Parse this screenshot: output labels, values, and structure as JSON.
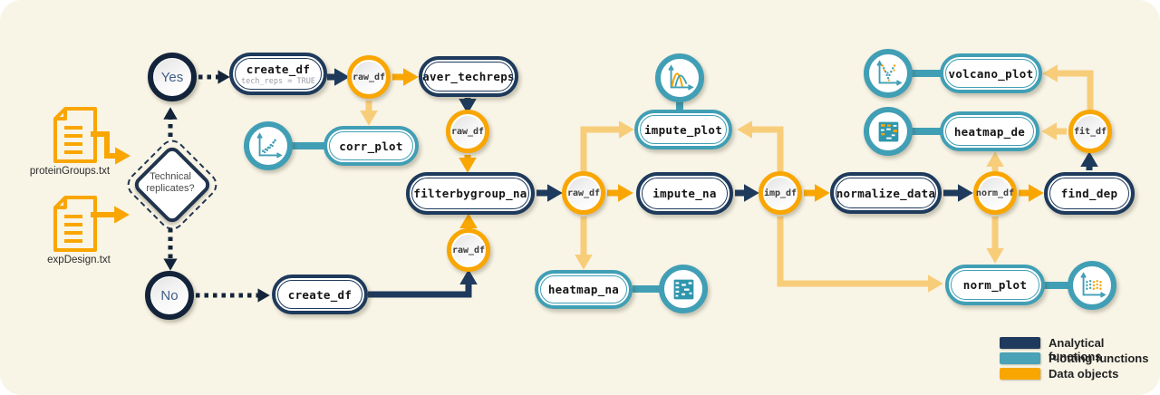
{
  "files": {
    "protein_groups": "proteinGroups.txt",
    "exp_design": "expDesign.txt"
  },
  "decision": {
    "line1": "Technical",
    "line2": "replicates?",
    "yes": "Yes",
    "no": "No"
  },
  "nodes": {
    "create_df_top": {
      "label": "create_df",
      "param": "tech_reps = TRUE"
    },
    "aver_techreps": {
      "label": "aver_techreps"
    },
    "corr_plot": {
      "label": "corr_plot"
    },
    "filterbygroup_na": {
      "label": "filterbygroup_na"
    },
    "create_df_bottom": {
      "label": "create_df"
    },
    "impute_plot": {
      "label": "impute_plot"
    },
    "impute_na": {
      "label": "impute_na"
    },
    "heatmap_na": {
      "label": "heatmap_na"
    },
    "normalize_data": {
      "label": "normalize_data"
    },
    "find_dep": {
      "label": "find_dep"
    },
    "volcano_plot": {
      "label": "volcano_plot"
    },
    "heatmap_de": {
      "label": "heatmap_de"
    },
    "norm_plot": {
      "label": "norm_plot"
    }
  },
  "data_objects": {
    "raw_df": "raw_df",
    "imp_df": "imp_df",
    "norm_df": "norm_df",
    "fit_df": "fit_df"
  },
  "icons": {
    "corr_plot": "scatter-plot-icon",
    "impute_plot": "density-plot-icon",
    "heatmap_na": "heatmap-icon",
    "volcano_plot": "volcano-scatter-icon",
    "heatmap_de": "heatmap-colored-icon",
    "norm_plot": "dot-columns-plot-icon",
    "input_files": "document-icon"
  },
  "legend": [
    {
      "label": "Analytical functions",
      "color": "#1e3a5c"
    },
    {
      "label": "Plotting functions",
      "color": "#4aa2b6"
    },
    {
      "label": "Data objects",
      "color": "#f9a602"
    }
  ],
  "colors": {
    "analytical": "#1e3a5c",
    "plotting": "#419fb5",
    "data_object": "#f9a602",
    "data_flow_light": "#f8cd7a",
    "background": "#f8f4e6"
  }
}
